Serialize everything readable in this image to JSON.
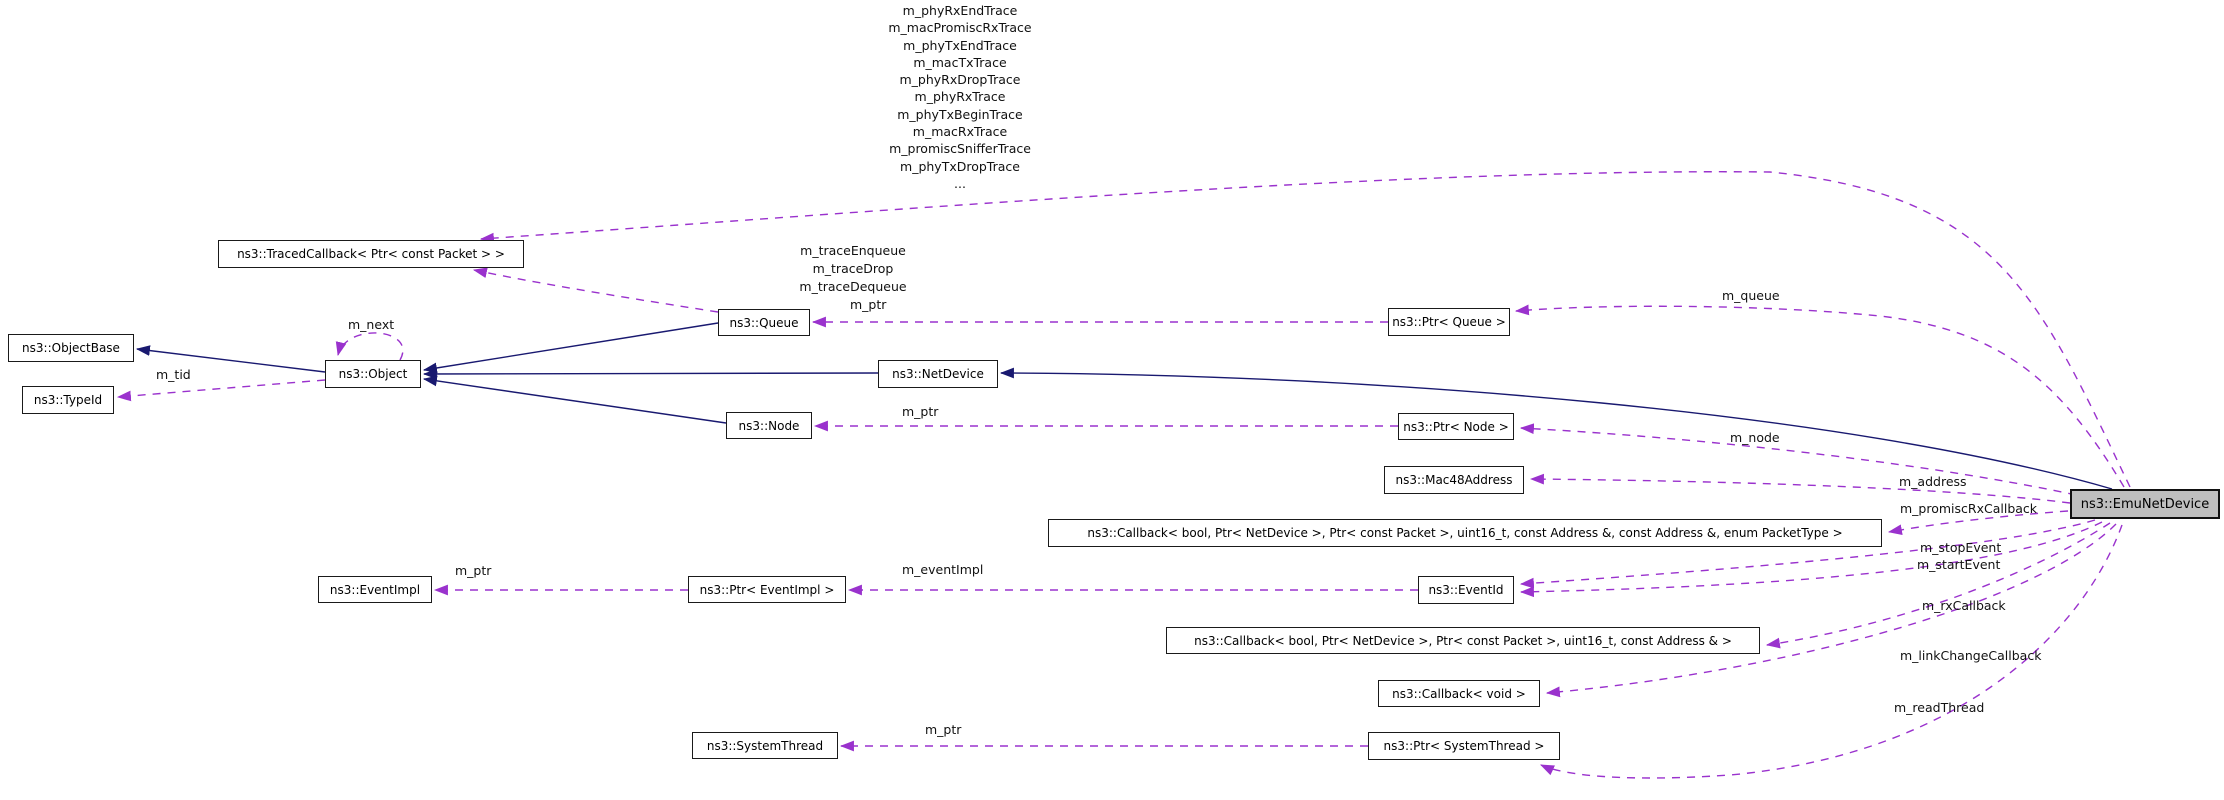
{
  "diagram": {
    "kind": "doxygen-collaboration-graph",
    "colors": {
      "inheritance_edge": "#191970",
      "usage_edge": "#9a32cd",
      "node_fill": "#ffffff",
      "main_node_fill": "#bfbfbf",
      "node_border": "#1a1a1a",
      "label_text": "#111111"
    },
    "nodes": {
      "traced_callback": {
        "label": "ns3::TracedCallback< Ptr< const Packet > >"
      },
      "object_base": {
        "label": "ns3::ObjectBase"
      },
      "type_id": {
        "label": "ns3::TypeId"
      },
      "object": {
        "label": "ns3::Object"
      },
      "queue": {
        "label": "ns3::Queue"
      },
      "net_device": {
        "label": "ns3::NetDevice"
      },
      "node": {
        "label": "ns3::Node"
      },
      "ptr_queue": {
        "label": "ns3::Ptr< Queue >"
      },
      "ptr_node": {
        "label": "ns3::Ptr< Node >"
      },
      "mac48_address": {
        "label": "ns3::Mac48Address"
      },
      "callback_promisc": {
        "label": "ns3::Callback< bool, Ptr< NetDevice >, Ptr< const Packet >, uint16_t, const Address &, const Address &, enum PacketType >"
      },
      "event_impl": {
        "label": "ns3::EventImpl"
      },
      "ptr_event_impl": {
        "label": "ns3::Ptr< EventImpl >"
      },
      "event_id": {
        "label": "ns3::EventId"
      },
      "callback_rx": {
        "label": "ns3::Callback< bool, Ptr< NetDevice >, Ptr< const Packet >, uint16_t, const Address & >"
      },
      "callback_void": {
        "label": "ns3::Callback< void >"
      },
      "system_thread": {
        "label": "ns3::SystemThread"
      },
      "ptr_system_thread": {
        "label": "ns3::Ptr< SystemThread >"
      },
      "emu_net_device": {
        "label": "ns3::EmuNetDevice"
      }
    },
    "edge_labels": {
      "trace_top": "m_phyRxEndTrace\nm_macPromiscRxTrace\nm_phyTxEndTrace\nm_macTxTrace\nm_phyRxDropTrace\nm_phyRxTrace\nm_phyTxBeginTrace\nm_macRxTrace\nm_promiscSnifferTrace\nm_phyTxDropTrace\n...",
      "trace_queue": "m_traceEnqueue\nm_traceDrop\nm_traceDequeue",
      "m_next": "m_next",
      "m_tid": "m_tid",
      "m_ptr_queue": "m_ptr",
      "m_ptr_node": "m_ptr",
      "m_ptr_event_impl": "m_ptr",
      "m_event_impl": "m_eventImpl",
      "m_ptr_system_thread": "m_ptr",
      "m_queue": "m_queue",
      "m_node": "m_node",
      "m_address": "m_address",
      "m_promisc_rx_callback": "m_promiscRxCallback",
      "m_stop_event": "m_stopEvent",
      "m_start_event": "m_startEvent",
      "m_rx_callback": "m_rxCallback",
      "m_link_change_callback": "m_linkChangeCallback",
      "m_read_thread": "m_readThread"
    }
  }
}
